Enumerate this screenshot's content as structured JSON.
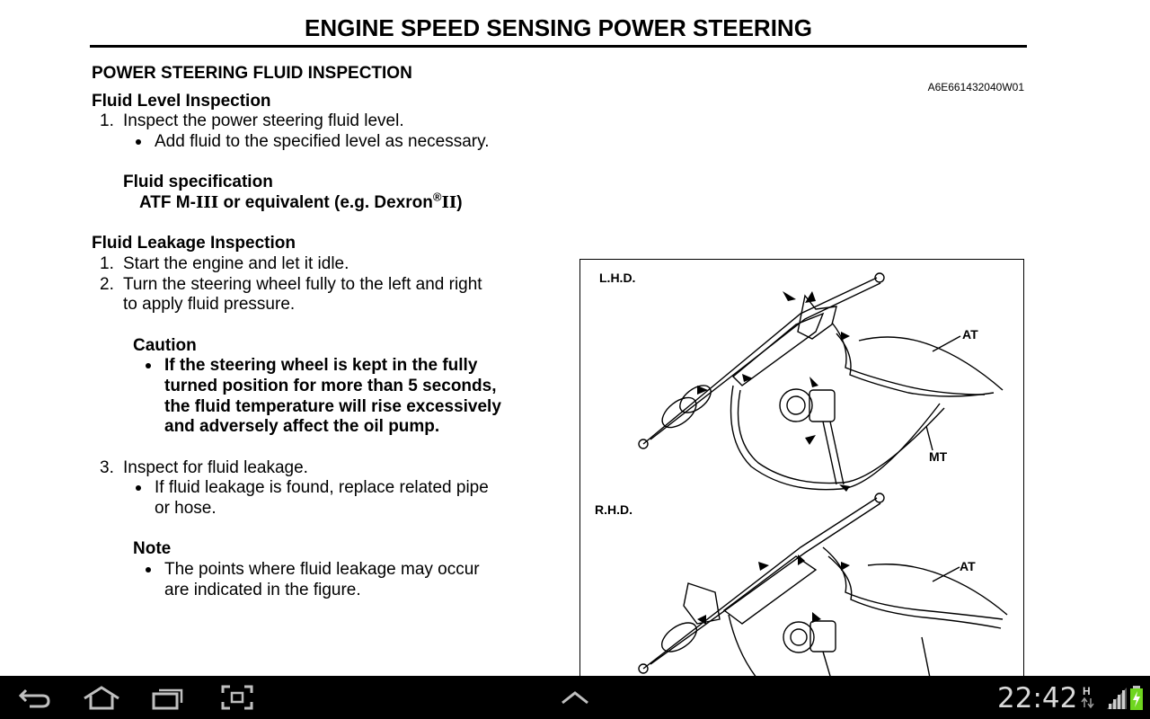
{
  "document": {
    "title": "ENGINE SPEED SENSING POWER STEERING",
    "section_heading": "POWER STEERING FLUID INSPECTION",
    "doc_id": "A6E661432040W01",
    "fluid_level": {
      "heading": "Fluid Level Inspection",
      "step1_num": "1.",
      "step1_text": "Inspect the power steering fluid level.",
      "step1_bullet": "Add fluid to the specified level as necessary.",
      "spec_heading": "Fluid specification",
      "spec_prefix": "ATF M-",
      "spec_roman1": "III",
      "spec_middle": " or equivalent (e.g. Dexron",
      "spec_reg": "®",
      "spec_roman2": "II",
      "spec_suffix": ")"
    },
    "fluid_leakage": {
      "heading": "Fluid Leakage Inspection",
      "step1_num": "1.",
      "step1_text": "Start the engine and let it idle.",
      "step2_num": "2.",
      "step2_line1": " Turn the steering wheel fully to the left and right",
      "step2_line2": "to apply fluid pressure.",
      "caution_heading": "Caution",
      "caution_lines": [
        "If the steering wheel is kept in the fully",
        "turned position for more than 5 seconds,",
        "the fluid temperature will rise excessively",
        "and adversely affect the oil pump."
      ],
      "step3_num": "3.",
      "step3_text": "Inspect for fluid leakage.",
      "step3_bullet_line1": "If fluid leakage is found, replace related pipe",
      "step3_bullet_line2": "or hose.",
      "note_heading": "Note",
      "note_line1": "The points where fluid leakage may occur",
      "note_line2": "are indicated in the figure."
    },
    "figure": {
      "lhd_label": "L.H.D.",
      "rhd_label": "R.H.D.",
      "at_label": "AT",
      "mt_label": "MT",
      "at_label_2": "AT"
    }
  },
  "navbar": {
    "back_icon": "back-arrow-icon",
    "home_icon": "home-icon",
    "recent_icon": "recent-apps-icon",
    "screenshot_icon": "screenshot-icon",
    "up_icon": "chevron-up-icon",
    "clock": "22:42",
    "network_type": "H",
    "background": "#000000",
    "icon_color": "#bfbfbf",
    "battery_color": "#6fd61f"
  }
}
